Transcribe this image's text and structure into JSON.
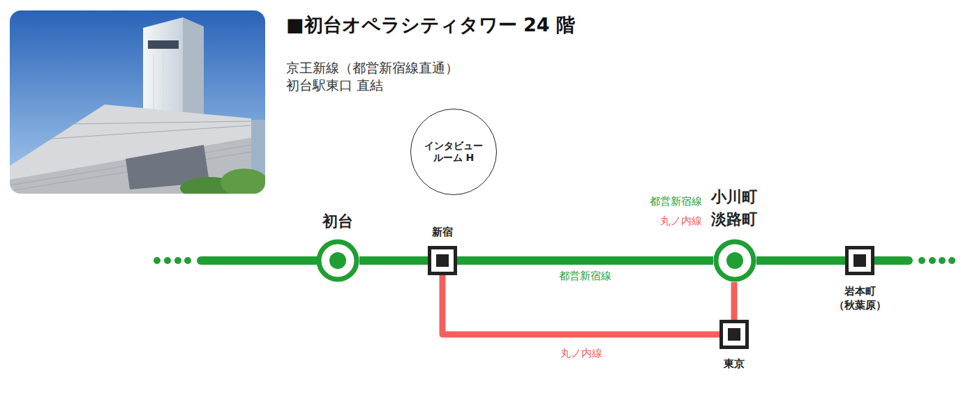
{
  "diagram": {
    "title": "■初台オペラシティタワー 24 階",
    "nodes": [
      {
        "text": [
          "インタビュー ルーム H"
        ]
      },
      {
        "text": [
          "初台"
        ]
      },
      {
        "text": [
          "新宿"
        ]
      },
      {
        "text": [
          "都営新宿線",
          "小川町",
          "丸ノ内線",
          "淡路町"
        ]
      },
      {
        "text": [
          "岩本町",
          "（秋葉原）"
        ]
      },
      {
        "text": [
          "東京"
        ]
      }
    ],
    "edges": [
      {
        "from": 1,
        "to": 2,
        "arrow": "none"
      },
      {
        "from": 2,
        "to": 3,
        "label": "都営新宿線",
        "arrow": "none"
      },
      {
        "from": 3,
        "to": 4,
        "arrow": "none"
      },
      {
        "from": 2,
        "to": 5,
        "label": "丸ノ内線",
        "arrow": "none"
      },
      {
        "from": 5,
        "to": 3,
        "arrow": "none"
      }
    ],
    "labels": [
      "京王新線（都営新宿線直通）",
      "初台駅東口 直結"
    ]
  }
}
